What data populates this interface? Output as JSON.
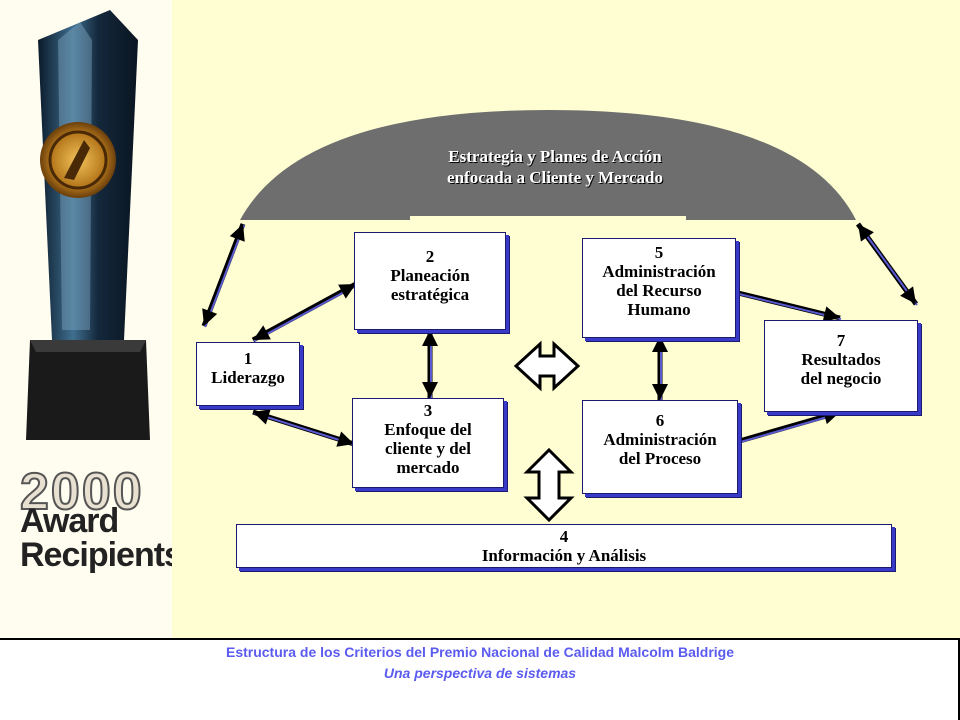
{
  "dome": {
    "line1": "Estrategia y Planes de Acción",
    "line2": "enfocada a Cliente y Mercado"
  },
  "boxes": {
    "b1": {
      "num": "1",
      "lines": [
        "Liderazgo"
      ]
    },
    "b2": {
      "num": "2",
      "lines": [
        "Planeación",
        "estratégica"
      ]
    },
    "b3": {
      "num": "3",
      "lines": [
        "Enfoque del",
        "cliente y del",
        "mercado"
      ]
    },
    "b4": {
      "num": "4",
      "lines": [
        "Información y Análisis"
      ]
    },
    "b5": {
      "num": "5",
      "lines": [
        "Administración",
        "del Recurso",
        "Humano"
      ]
    },
    "b6": {
      "num": "6",
      "lines": [
        "Administración",
        "del Proceso"
      ]
    },
    "b7": {
      "num": "7",
      "lines": [
        "Resultados",
        "del negocio"
      ]
    }
  },
  "award": {
    "year": "2000",
    "line1": "Award",
    "line2": "Recipients"
  },
  "footer": {
    "title": "Estructura de los Criterios del Premio Nacional de Calidad Malcolm Baldrige",
    "subtitle": "Una perspectiva de sistemas"
  },
  "colors": {
    "panel": "#fefed2",
    "dome": "#6e6e6e",
    "box_border": "#3a3ac8",
    "footer_text": "#5b5bf0"
  }
}
